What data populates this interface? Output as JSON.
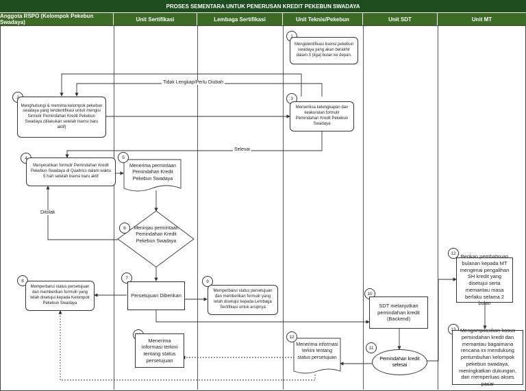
{
  "title": "PROSES SEMENTARA UNTUK PENERUSAN KREDIT PEKEBUN SWADAYA",
  "lanes": [
    "Anggota RSPO (Kelompok Pekebun Swadaya)",
    "Unit Sertifikasi",
    "Lembaga Sertifikasi",
    "Unit Teknis/Pekebun",
    "Unit SDT",
    "Unit MT"
  ],
  "steps": {
    "s1": {
      "num": "1",
      "text": "Mengidentifikasi lisensi pekebun swadaya yang akan berakhir dalam 3 (tiga) bulan ke depan."
    },
    "s2": {
      "num": "2",
      "text": "Menghubungi & meminta kelompok pekebun swadaya yang teridentifikasi untuk mengisi formulir Pemindahan Kredit Pekebun Swadaya (dilakukan setelah lisensi baru aktif)"
    },
    "s3": {
      "num": "3",
      "text": "Memeriksa kelengkapan dan keakuratan formulir Pemindahan Kredit Pekebun Swadaya"
    },
    "s4": {
      "num": "4",
      "text": "Menyerahkan formulir Pemindahan Kredit Pekebun Swadaya di Qualtrics dalam waktu 5 hari setelah lisensi baru aktif"
    },
    "s5": {
      "num": "5",
      "text": "Menerima permintaan Pemindahan Kredit Pekebun Swadaya"
    },
    "s6": {
      "num": "6",
      "text": "Meninjau permintaan Pemindahan Kredit Pekebun Swadaya"
    },
    "s7": {
      "num": "7",
      "text": "Persetujuan Diberikan"
    },
    "s8": {
      "num": "8",
      "text": "Memperbarui status persetujuan dan memberikan formulir yang telah disetujui kepada Kelompok Pekebun Swadaya"
    },
    "s9": {
      "num": "9",
      "text": "Memperbarui status persetujuan dan memberikan formulir yang telah disetujui kepada Lembaga Sertifikasi untuk arsipnya"
    },
    "s10": {
      "num": "10",
      "text": "SDT melanjutkan pemindahan kredit (Backend)"
    },
    "s11": {
      "num": "11",
      "text": "Pemindahan kredit selesai"
    },
    "s12a": {
      "num": "12",
      "text": "Berikan pembahruan bulanan kepada MT mengenai pengalihan SH kredit yang disetujui serta memantau masa berlaku selama 2 bulan"
    },
    "s12b": {
      "num": "12",
      "text": "Menerima informasi terkini tentang status persetujuan"
    },
    "s13a": {
      "num": "13",
      "text": "Menerima informasi terkini tentang status persetujuan"
    },
    "s13b": {
      "num": "13",
      "text": "Mengompilasikan kasus pemindahan kredit dan memantau bagaimana rencana ini mendukung pertumbuhan kelompok pekebun swadaya, meningkatkan dukungan, dan memperluas akses pasar"
    }
  },
  "labels": {
    "incomplete": "Tidak Lengkap/Perlu Diubah",
    "done": "Selesai",
    "rejected": "Ditolak"
  },
  "colors": {
    "title_bg": "#1e4d1f",
    "lane_head_bg": "#3d6b25"
  }
}
